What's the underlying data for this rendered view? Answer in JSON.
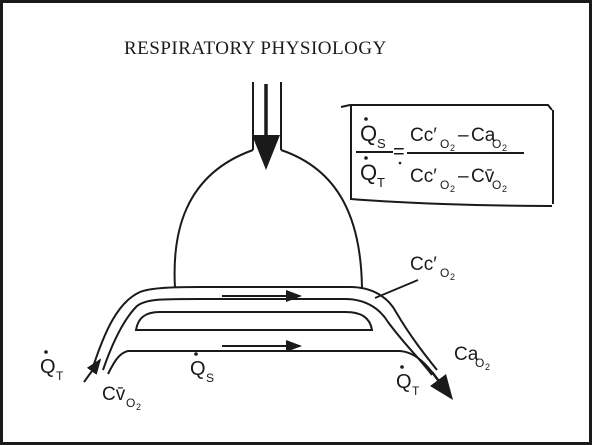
{
  "diagram": {
    "title": "RESPIRATORY PHYSIOLOGY",
    "formula": {
      "lhs_numerator": {
        "base": "Q",
        "sub": "S",
        "dot": true
      },
      "lhs_denominator": {
        "base": "Q",
        "sub": "T",
        "dot": true
      },
      "relation": "=",
      "rhs_numerator": {
        "term1": {
          "base": "Cc′",
          "sub": "O",
          "sub2": "2"
        },
        "op": "–",
        "term2": {
          "base": "Ca",
          "sub": "O",
          "sub2": "2"
        }
      },
      "rhs_denominator": {
        "term1": {
          "base": "Cc′",
          "sub": "O",
          "sub2": "2"
        },
        "op": "–",
        "term2": {
          "base": "Cv̄",
          "sub": "O",
          "sub2": "2"
        }
      }
    },
    "labels": {
      "capillary_o2": {
        "base": "Cc′",
        "sub": "O",
        "sub2": "2"
      },
      "arterial_o2": {
        "base": "Ca",
        "sub": "O",
        "sub2": "2"
      },
      "venous_o2": {
        "base": "Cv̄",
        "sub": "O",
        "sub2": "2"
      },
      "shunt_flow": {
        "base": "Q",
        "sub": "S",
        "dot": true
      },
      "total_flow_in": {
        "base": "Q",
        "sub": "T",
        "dot": true
      },
      "total_flow_out": {
        "base": "Q",
        "sub": "T",
        "dot": true
      }
    },
    "colors": {
      "ink": "#1a1a1a",
      "paper": "#ffffff"
    }
  }
}
